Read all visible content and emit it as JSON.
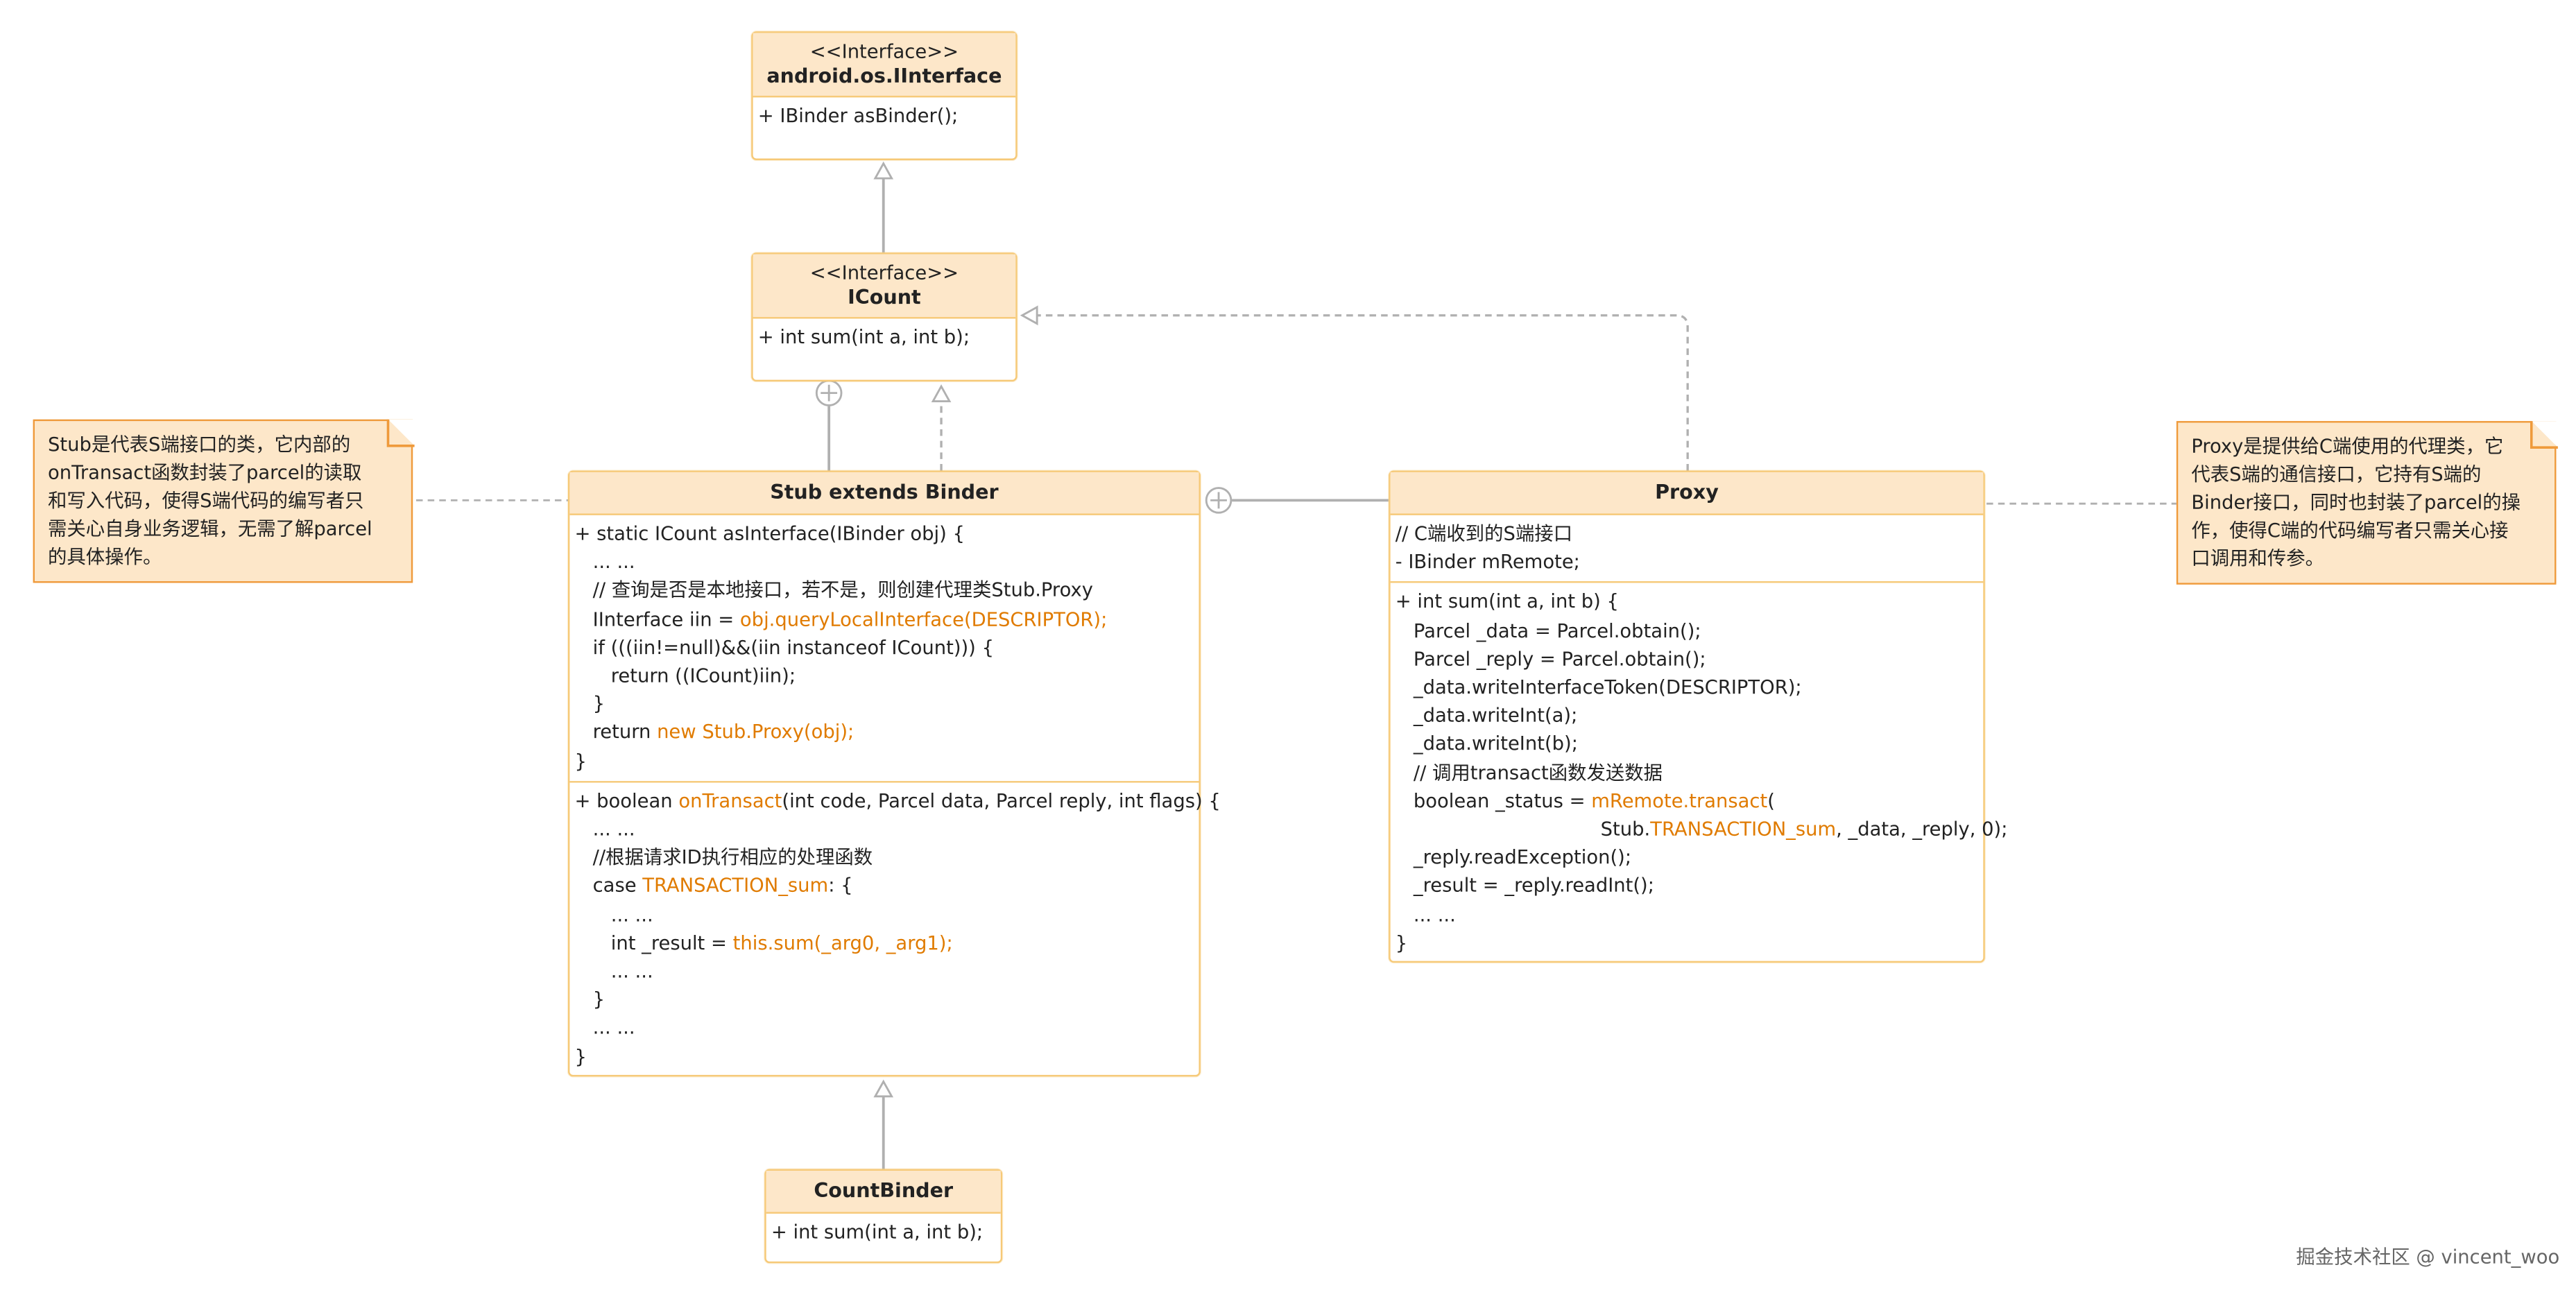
{
  "iinterface": {
    "stereotype": "<<Interface>>",
    "name": "android.os.IInterface",
    "methods": [
      "+ IBinder asBinder();"
    ]
  },
  "icount": {
    "stereotype": "<<Interface>>",
    "name": "ICount",
    "methods": [
      "+ int sum(int a, int b);"
    ]
  },
  "stub": {
    "name": "Stub extends Binder",
    "as_interface": [
      [
        {
          "t": "+ static ICount asInterface(IBinder obj) {"
        }
      ],
      [
        {
          "t": "   ... ..."
        }
      ],
      [
        {
          "t": "   // 查询是否是本地接口，若不是，则创建代理类Stub.Proxy"
        }
      ],
      [
        {
          "t": "   IInterface iin = "
        },
        {
          "t": "obj.queryLocalInterface(DESCRIPTOR);",
          "hl": true
        }
      ],
      [
        {
          "t": "   if (((iin!=null)&&(iin instanceof ICount))) {"
        }
      ],
      [
        {
          "t": "      return ((ICount)iin);"
        }
      ],
      [
        {
          "t": "   }"
        }
      ],
      [
        {
          "t": "   return "
        },
        {
          "t": "new Stub.Proxy(obj);",
          "hl": true
        }
      ],
      [
        {
          "t": "}"
        }
      ]
    ],
    "on_transact": [
      [
        {
          "t": "+ boolean "
        },
        {
          "t": "onTransact",
          "hl": true
        },
        {
          "t": "(int code, Parcel data, Parcel reply, int flags) {"
        }
      ],
      [
        {
          "t": "   ... ..."
        }
      ],
      [
        {
          "t": "   //根据请求ID执行相应的处理函数"
        }
      ],
      [
        {
          "t": "   case "
        },
        {
          "t": "TRANSACTION_sum",
          "hl": true
        },
        {
          "t": ": {"
        }
      ],
      [
        {
          "t": "      ... ..."
        }
      ],
      [
        {
          "t": "      int _result = "
        },
        {
          "t": "this.sum(_arg0, _arg1);",
          "hl": true
        }
      ],
      [
        {
          "t": "      ... ..."
        }
      ],
      [
        {
          "t": "   }"
        }
      ],
      [
        {
          "t": "   ... ..."
        }
      ],
      [
        {
          "t": "}"
        }
      ]
    ]
  },
  "proxy": {
    "name": "Proxy",
    "fields": [
      [
        {
          "t": "// C端收到的S端接口"
        }
      ],
      [
        {
          "t": "- IBinder mRemote;"
        }
      ]
    ],
    "methods": [
      [
        {
          "t": "+ int sum(int a, int b) {"
        }
      ],
      [
        {
          "t": "   Parcel _data = Parcel.obtain();"
        }
      ],
      [
        {
          "t": "   Parcel _reply = Parcel.obtain();"
        }
      ],
      [
        {
          "t": "   _data.writeInterfaceToken(DESCRIPTOR);"
        }
      ],
      [
        {
          "t": "   _data.writeInt(a);"
        }
      ],
      [
        {
          "t": "   _data.writeInt(b);"
        }
      ],
      [
        {
          "t": "   // 调用transact函数发送数据"
        }
      ],
      [
        {
          "t": "   boolean _status = "
        },
        {
          "t": "mRemote.transact",
          "hl": true
        },
        {
          "t": "("
        }
      ],
      [
        {
          "t": "                                  Stub."
        },
        {
          "t": "TRANSACTION_sum",
          "hl": true
        },
        {
          "t": ", _data, _reply, 0);"
        }
      ],
      [
        {
          "t": "   _reply.readException();"
        }
      ],
      [
        {
          "t": "   _result = _reply.readInt();"
        }
      ],
      [
        {
          "t": "   ... ..."
        }
      ],
      [
        {
          "t": "}"
        }
      ]
    ]
  },
  "countbinder": {
    "name": "CountBinder",
    "methods": [
      "+ int sum(int a, int b);"
    ]
  },
  "notes": {
    "stub_note": [
      "Stub是代表S端接口的类，它内部的",
      "onTransact函数封装了parcel的读取",
      "和写入代码，使得S端代码的编写者只",
      "需关心自身业务逻辑，无需了解parcel",
      "的具体操作。"
    ],
    "proxy_note": [
      "Proxy是提供给C端使用的代理类，它",
      "代表S端的通信接口，它持有S端的",
      "Binder接口，同时也封装了parcel的操",
      "作，使得C端的代码编写者只需关心接",
      "口调用和传参。"
    ]
  },
  "watermark": "掘金技术社区 @ vincent_woo",
  "colors": {
    "header_bg": "#fde7c9",
    "border": "#f6c977",
    "highlight": "#e07b00",
    "note_border": "#ef9a3b",
    "line": "#b0b0b0"
  }
}
